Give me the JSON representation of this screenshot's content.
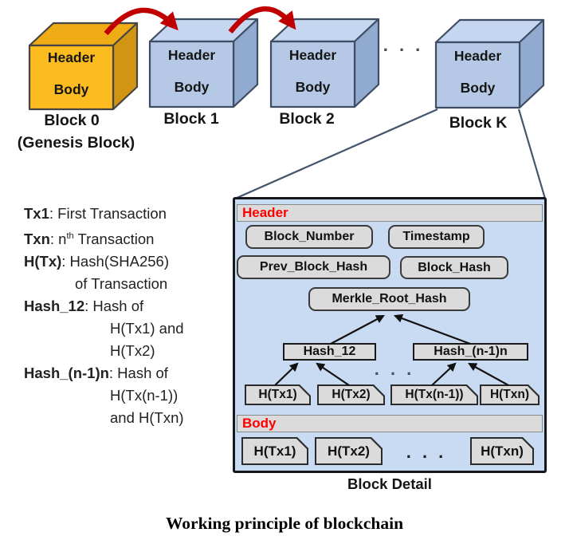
{
  "caption": "Working principle of blockchain",
  "colors": {
    "genesis_front": "#FCBB1E",
    "genesis_top": "#EFAC15",
    "genesis_side": "#D29413",
    "block_front": "#B5C9E6",
    "block_top": "#C5D7F0",
    "block_side": "#90ABCF",
    "cube_border": "#3F4C63",
    "link_arrow": "#C00000",
    "section_label_red": "#FF0000",
    "detail_bg": "#C9DAF3",
    "chip_bg": "#DBDBDB"
  },
  "chain": {
    "blocks": [
      {
        "label": "Block 0",
        "sublabel": "(Genesis Block)",
        "face_top": "Header",
        "face_bottom": "Body"
      },
      {
        "label": "Block 1",
        "face_top": "Header",
        "face_bottom": "Body"
      },
      {
        "label": "Block 2",
        "face_top": "Header",
        "face_bottom": "Body"
      },
      {
        "label": "Block K",
        "face_top": "Header",
        "face_bottom": "Body"
      }
    ],
    "ellipsis": ". . ."
  },
  "legend": {
    "line1_term": "Tx1",
    "line1_rest": ": First Transaction",
    "line2_term": "Txn",
    "line2_pre": ": n",
    "line2_sup": "th",
    "line2_post": " Transaction",
    "line3_term": "H(Tx)",
    "line3_rest": ": Hash(SHA256)",
    "line4": "of Transaction",
    "line5_term": "Hash_12",
    "line5_rest": ": Hash of",
    "line6": "H(Tx1) and",
    "line7": "H(Tx2)",
    "line8_term": "Hash_(n-1)n",
    "line8_rest": ": Hash of",
    "line9": "H(Tx(n-1))",
    "line10": "and H(Txn)"
  },
  "detail": {
    "header_label": "Header",
    "chips": {
      "block_number": "Block_Number",
      "timestamp": "Timestamp",
      "prev_block_hash": "Prev_Block_Hash",
      "block_hash": "Block_Hash",
      "merkle_root": "Merkle_Root_Hash"
    },
    "tree": {
      "hash_12": "Hash_12",
      "hash_n1n": "Hash_(n-1)n",
      "htx1": "H(Tx1)",
      "htx2": "H(Tx2)",
      "htxn1": "H(Tx(n-1))",
      "htxn": "H(Txn)",
      "ellipsis": ". . ."
    },
    "body_label": "Body",
    "body": {
      "htx1": "H(Tx1)",
      "htx2": "H(Tx2)",
      "ellipsis": ". . .",
      "htxn": "H(Txn)"
    },
    "caption": "Block Detail"
  }
}
